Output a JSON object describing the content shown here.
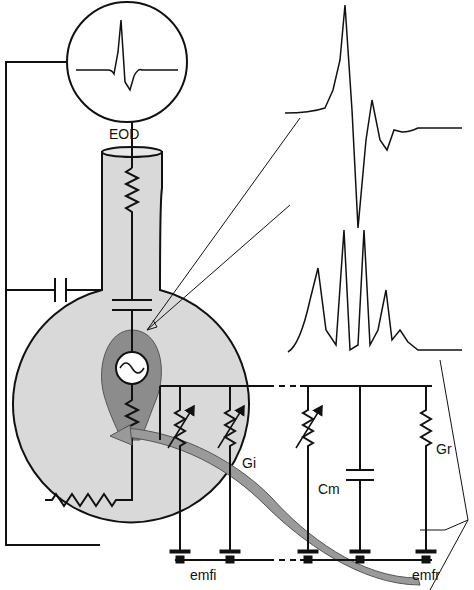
{
  "diagram": {
    "labels": [
      "EOD",
      "Gi",
      "Gr",
      "Cm",
      "emfi",
      "emfr"
    ]
  }
}
